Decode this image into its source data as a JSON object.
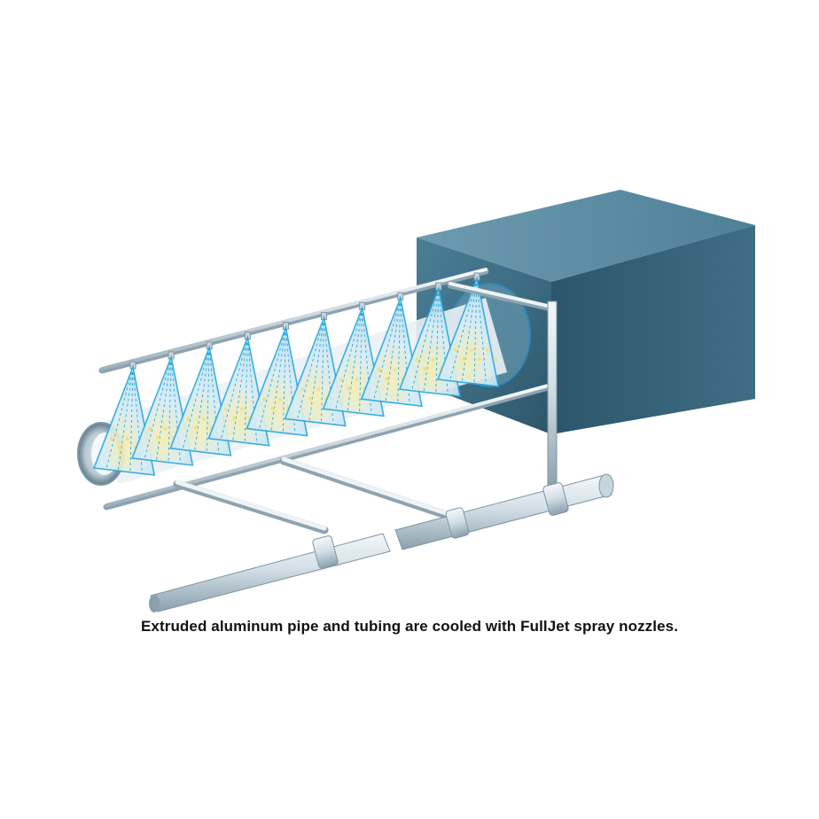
{
  "caption": "Extruded aluminum pipe and tubing are cooled with FullJet spray nozzles.",
  "colors": {
    "background": "#ffffff",
    "box_front": "#3f6f85",
    "box_top": "#5f8ea3",
    "box_side": "#2e5b70",
    "spray_blue": "#2aa9e0",
    "spray_fill": "#bfe3f2",
    "spray_yellow": "#f3e9a3",
    "pipe_light": "#eef3f6",
    "pipe_mid": "#b9c9d3",
    "pipe_dark": "#7f95a3",
    "caption_text": "#111111"
  },
  "diagram": {
    "components": [
      {
        "name": "cooling-chamber",
        "icon": "box-shape"
      },
      {
        "name": "extruded-pipe",
        "icon": "tube-shape"
      },
      {
        "name": "spray-manifold",
        "icon": "pipe-rail"
      },
      {
        "name": "fulljet-spray-nozzles",
        "count": 10,
        "icon": "cone-spray"
      },
      {
        "name": "supply-header",
        "icon": "pipe-shape"
      }
    ]
  }
}
